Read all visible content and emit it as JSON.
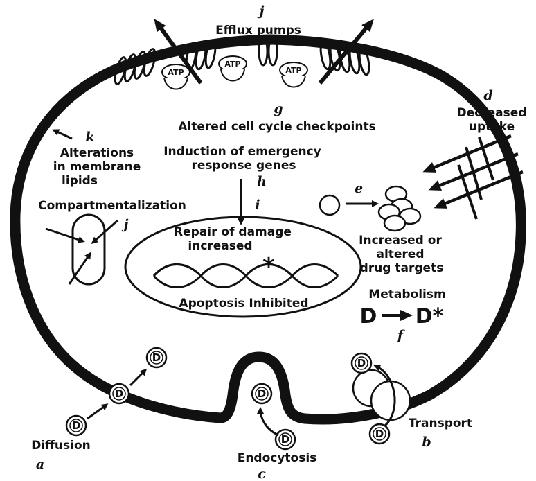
{
  "labels": {
    "efflux_letter": "j",
    "efflux": "Efflux pumps",
    "atp": "ATP",
    "checkpoint_letter": "g",
    "checkpoint": "Altered cell cycle checkpoints",
    "uptake_letter": "d",
    "uptake_line1": "Decreased",
    "uptake_line2": "uptake",
    "lipids_letter": "k",
    "lipids_line1": "Alterations",
    "lipids_line2": "in membrane",
    "lipids_line3": "lipids",
    "emergency_line1": "Induction of emergency",
    "emergency_line2": "response genes",
    "emergency_letter": "h",
    "compart": "Compartmentalization",
    "compart_letter": "j",
    "repair_letter": "i",
    "repair_line1": "Repair of damage",
    "repair_line2": "increased",
    "apoptosis": "Apoptosis Inhibited",
    "targets_letter": "e",
    "targets_line1": "Increased or",
    "targets_line2": "altered",
    "targets_line3": "drug targets",
    "metab": "Metabolism",
    "metab_d": "D",
    "metab_dstar": "D*",
    "metab_letter": "f",
    "drug": "D",
    "diffusion": "Diffusion",
    "diffusion_letter": "a",
    "endocytosis": "Endocytosis",
    "endocytosis_letter": "c",
    "transport": "Transport",
    "transport_letter": "b"
  }
}
